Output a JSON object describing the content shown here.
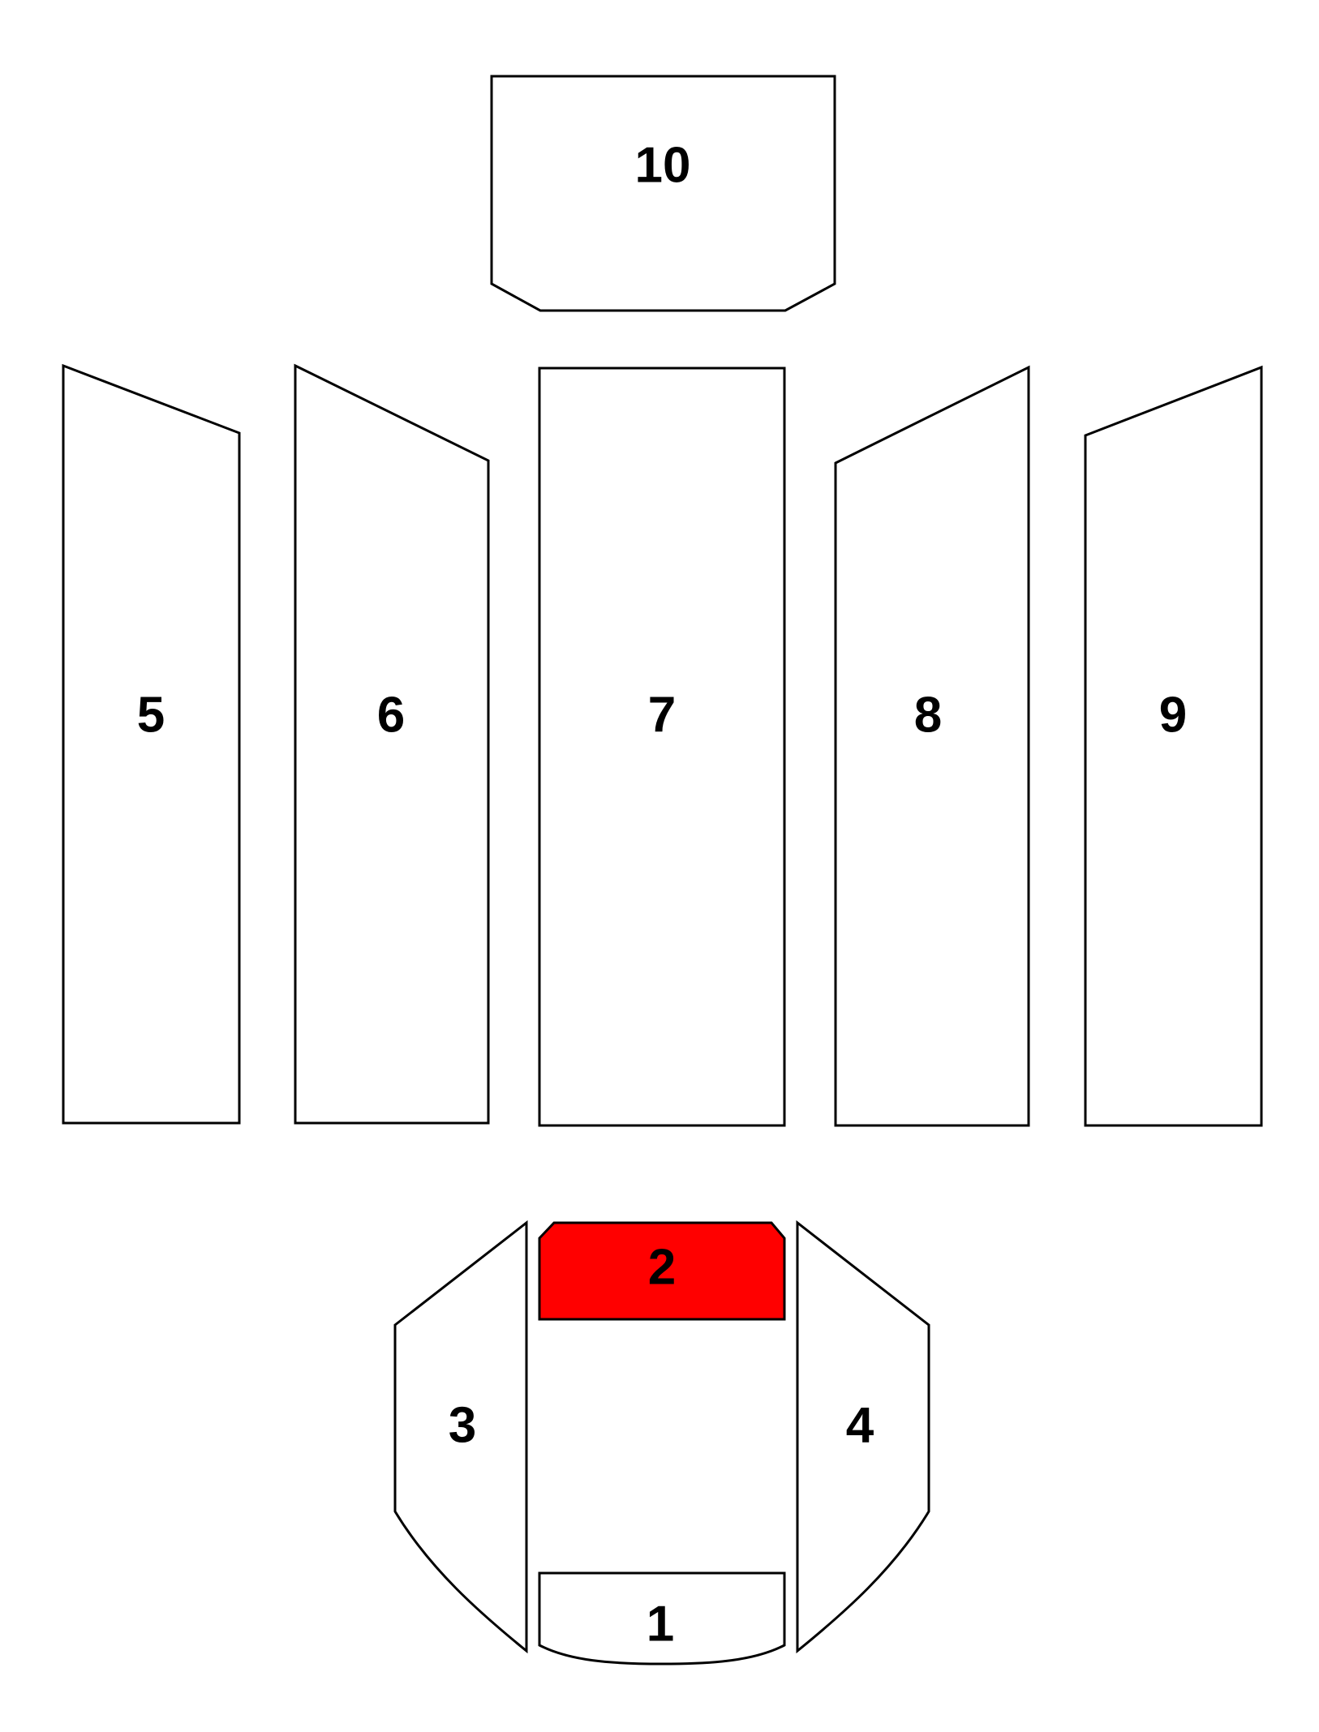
{
  "diagram": {
    "highlight_color": "#ff0000",
    "outline_color": "#000000",
    "background": "#ffffff",
    "pieces": [
      {
        "id": "1",
        "label": "1",
        "highlighted": false
      },
      {
        "id": "2",
        "label": "2",
        "highlighted": true
      },
      {
        "id": "3",
        "label": "3",
        "highlighted": false
      },
      {
        "id": "4",
        "label": "4",
        "highlighted": false
      },
      {
        "id": "5",
        "label": "5",
        "highlighted": false
      },
      {
        "id": "6",
        "label": "6",
        "highlighted": false
      },
      {
        "id": "7",
        "label": "7",
        "highlighted": false
      },
      {
        "id": "8",
        "label": "8",
        "highlighted": false
      },
      {
        "id": "9",
        "label": "9",
        "highlighted": false
      },
      {
        "id": "10",
        "label": "10",
        "highlighted": false
      }
    ]
  }
}
